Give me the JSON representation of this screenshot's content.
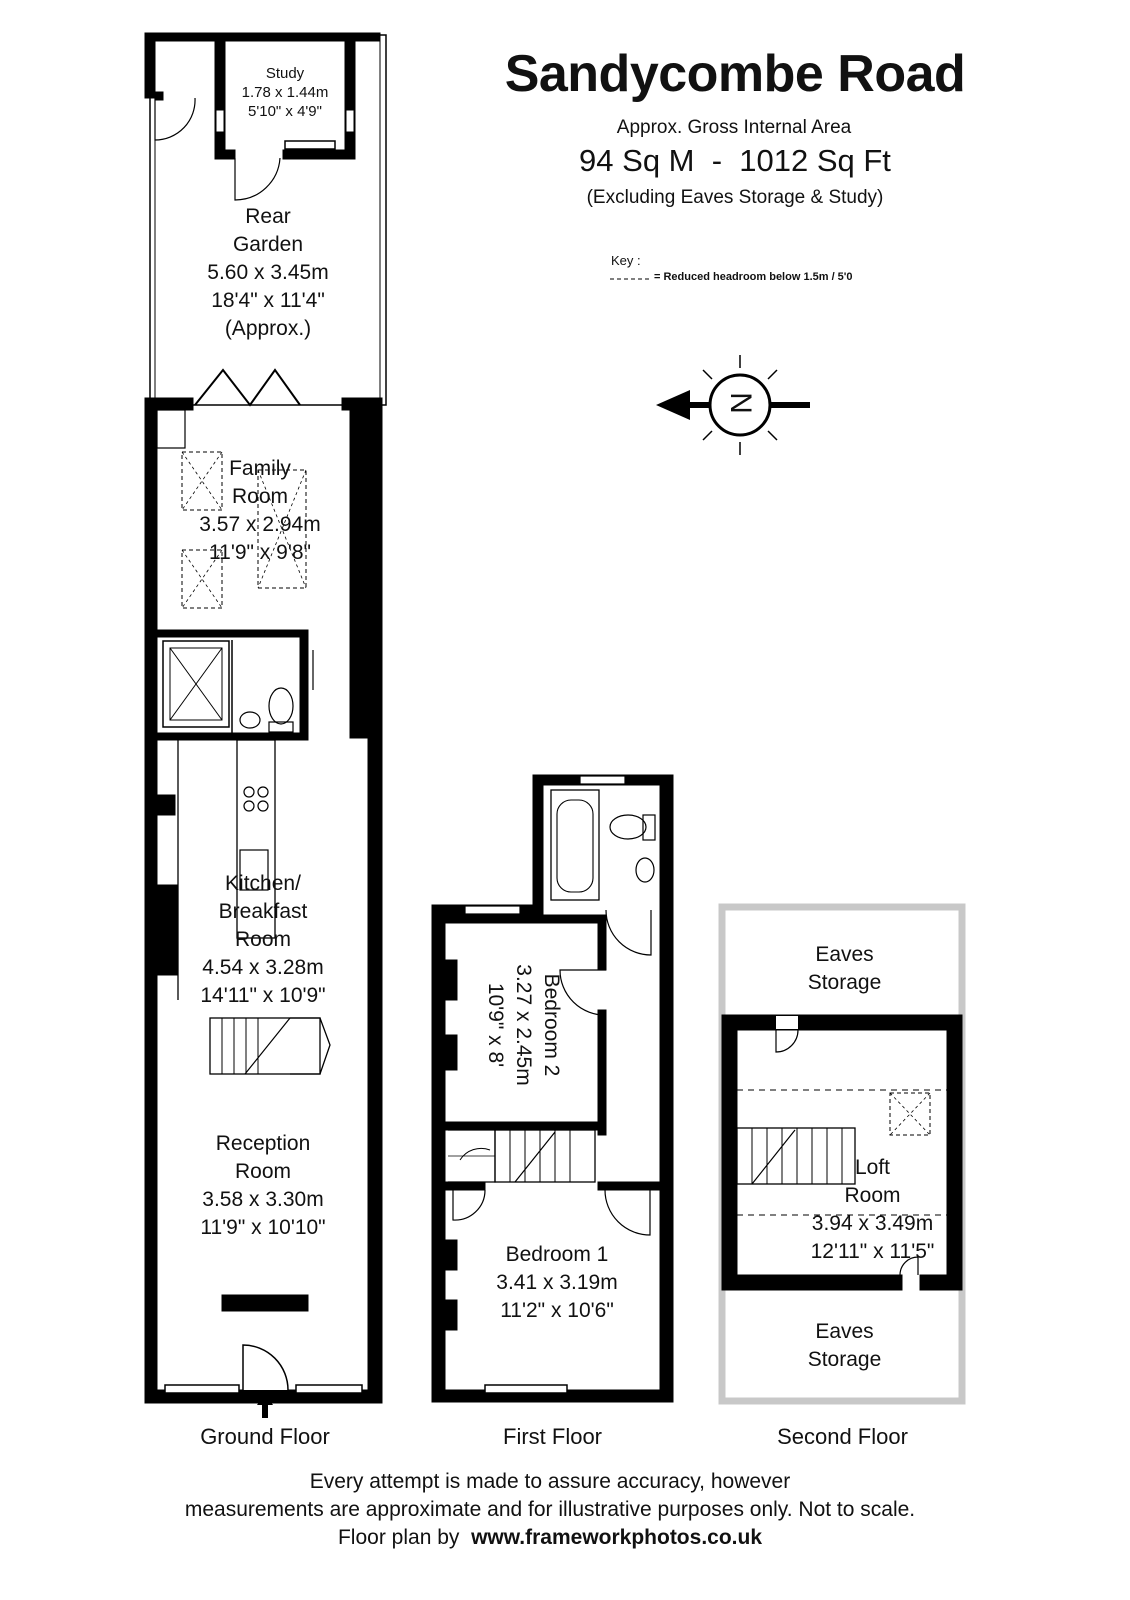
{
  "title": "Sandycombe Road",
  "area": {
    "caption": "Approx. Gross Internal Area",
    "value": "94 Sq M  -  1012 Sq Ft",
    "note": "(Excluding Eaves Storage & Study)"
  },
  "key": {
    "label": "Key :",
    "line_text": "= Reduced  headroom below 1.5m / 5'0"
  },
  "compass": {
    "letter": "N"
  },
  "rooms": {
    "study": {
      "name": "Study",
      "metric": "1.78 x 1.44m",
      "imperial": "5'10\" x 4'9\""
    },
    "rear_garden": {
      "name1": "Rear",
      "name2": "Garden",
      "metric": "5.60 x 3.45m",
      "imperial": "18'4\" x 11'4\"",
      "note": "(Approx.)"
    },
    "family_room": {
      "name1": "Family",
      "name2": "Room",
      "metric": "3.57 x 2.94m",
      "imperial": "11'9\" x 9'8\""
    },
    "kitchen": {
      "name1": "Kitchen/",
      "name2": "Breakfast",
      "name3": "Room",
      "metric": "4.54 x 3.28m",
      "imperial": "14'11\" x 10'9\""
    },
    "reception": {
      "name1": "Reception",
      "name2": "Room",
      "metric": "3.58 x 3.30m",
      "imperial": "11'9\" x 10'10\""
    },
    "bedroom2": {
      "name": "Bedroom 2",
      "metric": "3.27 x 2.45m",
      "imperial": "10'9\" x 8'"
    },
    "bedroom1": {
      "name": "Bedroom 1",
      "metric": "3.41 x 3.19m",
      "imperial": "11'2\" x 10'6\""
    },
    "eaves_top": {
      "name1": "Eaves",
      "name2": "Storage"
    },
    "eaves_bottom": {
      "name1": "Eaves",
      "name2": "Storage"
    },
    "loft": {
      "name1": "Loft",
      "name2": "Room",
      "metric": "3.94 x 3.49m",
      "imperial": "12'11\" x 11'5\""
    }
  },
  "floors": {
    "ground": "Ground Floor",
    "first": "First Floor",
    "second": "Second Floor"
  },
  "disclaimer": {
    "line1": "Every attempt is made to assure accuracy, however",
    "line2": "measurements are approximate and for illustrative purposes only. Not to scale.",
    "line3_prefix": "Floor plan by  ",
    "line3_url": "www.frameworkphotos.co.uk"
  },
  "colors": {
    "wall": "#000000",
    "eaves_wall": "#c8c8c8",
    "background": "#ffffff"
  }
}
